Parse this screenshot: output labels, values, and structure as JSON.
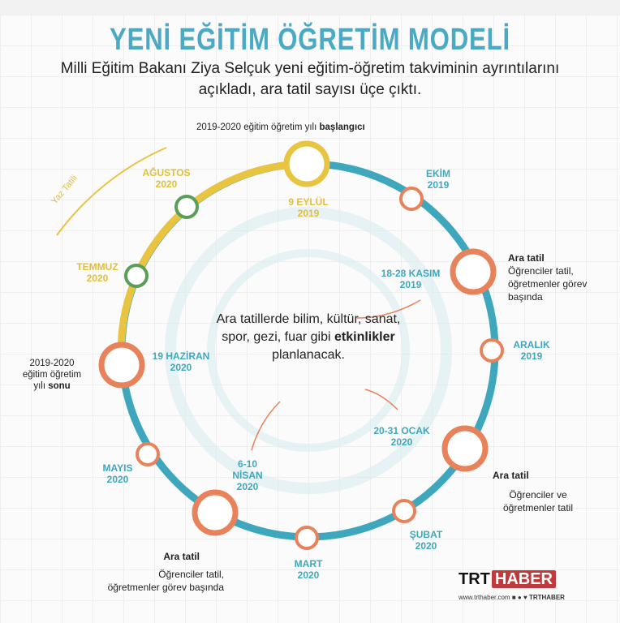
{
  "title": "YENİ EĞİTİM ÖĞRETİM MODELİ",
  "subtitle_line1": "Milli Eğitim Bakanı Ziya Selçuk yeni eğitim-öğretim takviminin ayrıntılarını",
  "subtitle_line2": "açıkladı, ara tatil sayısı üçe çıktı.",
  "start_caption": {
    "text": "2019-2020 eğitim öğretim yılı ",
    "bold": "başlangıcı"
  },
  "end_caption": {
    "line1": "2019-2020",
    "line2": "eğitim öğretim",
    "line3": "yılı ",
    "bold": "sonu"
  },
  "summer_label": "Yaz Tatili",
  "center_text": {
    "pre": "Ara tatillerde bilim, kültür, sanat, spor, gezi, fuar gibi ",
    "bold": "etkinlikler",
    "post": " planlanacak."
  },
  "dates": {
    "eylul": [
      "9 EYLÜL",
      "2019"
    ],
    "agustos": [
      "AĞUSTOS",
      "2020"
    ],
    "temmuz": [
      "TEMMUZ",
      "2020"
    ],
    "haziran": [
      "19 HAZİRAN",
      "2020"
    ],
    "mayis": [
      "MAYIS",
      "2020"
    ],
    "nisan": [
      "6-10",
      "NİSAN",
      "2020"
    ],
    "mart": [
      "MART",
      "2020"
    ],
    "subat": [
      "ŞUBAT",
      "2020"
    ],
    "ocak": [
      "20-31 OCAK",
      "2020"
    ],
    "aralik": [
      "ARALIK",
      "2019"
    ],
    "kasim": [
      "18-28 KASIM",
      "2019"
    ],
    "ekim": [
      "EKİM",
      "2019"
    ]
  },
  "breaks": {
    "kasim": {
      "title": "Ara tatil",
      "l1": "Öğrenciler tatil,",
      "l2": "öğretmenler görev",
      "l3": "başında"
    },
    "ocak": {
      "title": "Ara tatil",
      "l1": "Öğrenciler ve",
      "l2": "öğretmenler tatil"
    },
    "nisan": {
      "title": "Ara tatil",
      "l1": "Öğrenciler tatil,",
      "l2": "öğretmenler görev başında"
    }
  },
  "logo": {
    "trt": "TRT",
    "haber": "HABER",
    "web": "www.trthaber.com",
    "handle": "TRTHABER"
  },
  "colors": {
    "teal": "#3fa7bd",
    "yellow": "#e8c440",
    "orange": "#e8825a",
    "green": "#5a9e57"
  }
}
